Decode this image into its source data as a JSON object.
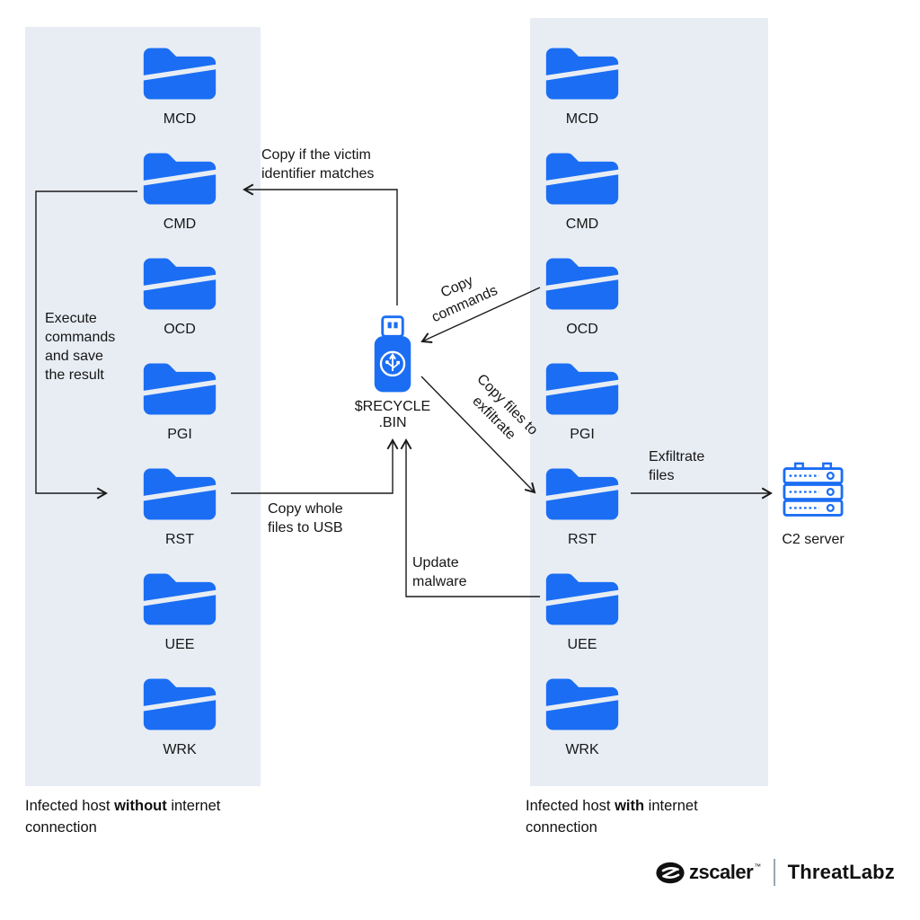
{
  "colors": {
    "accent_blue": "#1B6EF3",
    "panel_bg": "#E8EDF4",
    "line": "#1A1A1A"
  },
  "left_panel": {
    "folders": [
      "MCD",
      "CMD",
      "OCD",
      "PGI",
      "RST",
      "UEE",
      "WRK"
    ],
    "caption": {
      "prefix": "Infected host ",
      "bold": "without",
      "suffix": " internet connection"
    }
  },
  "right_panel": {
    "folders": [
      "MCD",
      "CMD",
      "OCD",
      "PGI",
      "RST",
      "UEE",
      "WRK"
    ],
    "caption": {
      "prefix": "Infected host ",
      "bold": "with",
      "suffix": " internet connection"
    }
  },
  "usb": {
    "label": "$RECYCLE .BIN"
  },
  "c2": {
    "label": "C2 server"
  },
  "arrow_labels": {
    "copy_victim": "Copy if the victim\nidentifier matches",
    "execute": "Execute\ncommands\nand save\nthe result",
    "copy_whole": "Copy whole\nfiles to USB",
    "copy_commands": "Copy\ncommands",
    "copy_files": "Copy files to\nexfiltrate",
    "update": "Update\nmalware",
    "exfiltrate": "Exfiltrate\nfiles"
  },
  "logo": {
    "brand": "zscaler",
    "tm": "™",
    "product": "ThreatLabz"
  }
}
